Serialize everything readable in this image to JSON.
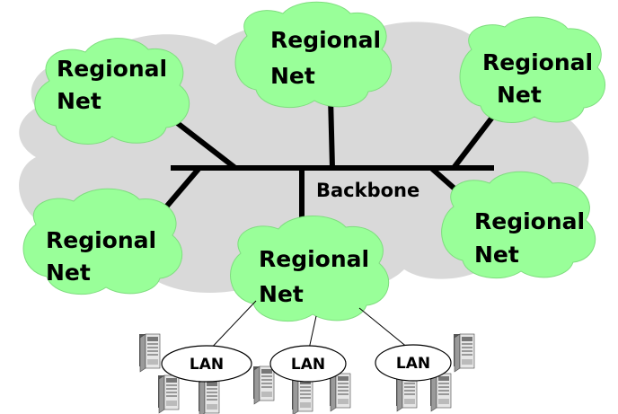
{
  "labels": {
    "regional_1_line1": "Regional",
    "regional_1_line2": "Net",
    "regional_2_line1": "Regional",
    "regional_2_line2": "Net",
    "regional_3_line1": "Regional",
    "regional_3_line2": "Net",
    "regional_4_line1": "Regional",
    "regional_4_line2": "Net",
    "regional_5_line1": "Regional",
    "regional_5_line2": "Net",
    "regional_6_line1": "Regional",
    "regional_6_line2": "Net",
    "backbone": "Backbone",
    "lan_1": "LAN",
    "lan_2": "LAN",
    "lan_3": "LAN"
  },
  "colors": {
    "cloud_green": "#99ff99",
    "cloud_green_stroke": "#66cc66",
    "background_cloud": "#d9d9d9",
    "lines": "#000000",
    "server_light": "#eeeeee",
    "server_mid": "#b0b0b0",
    "server_dark": "#555555"
  },
  "icons": [
    "cloud",
    "server"
  ]
}
